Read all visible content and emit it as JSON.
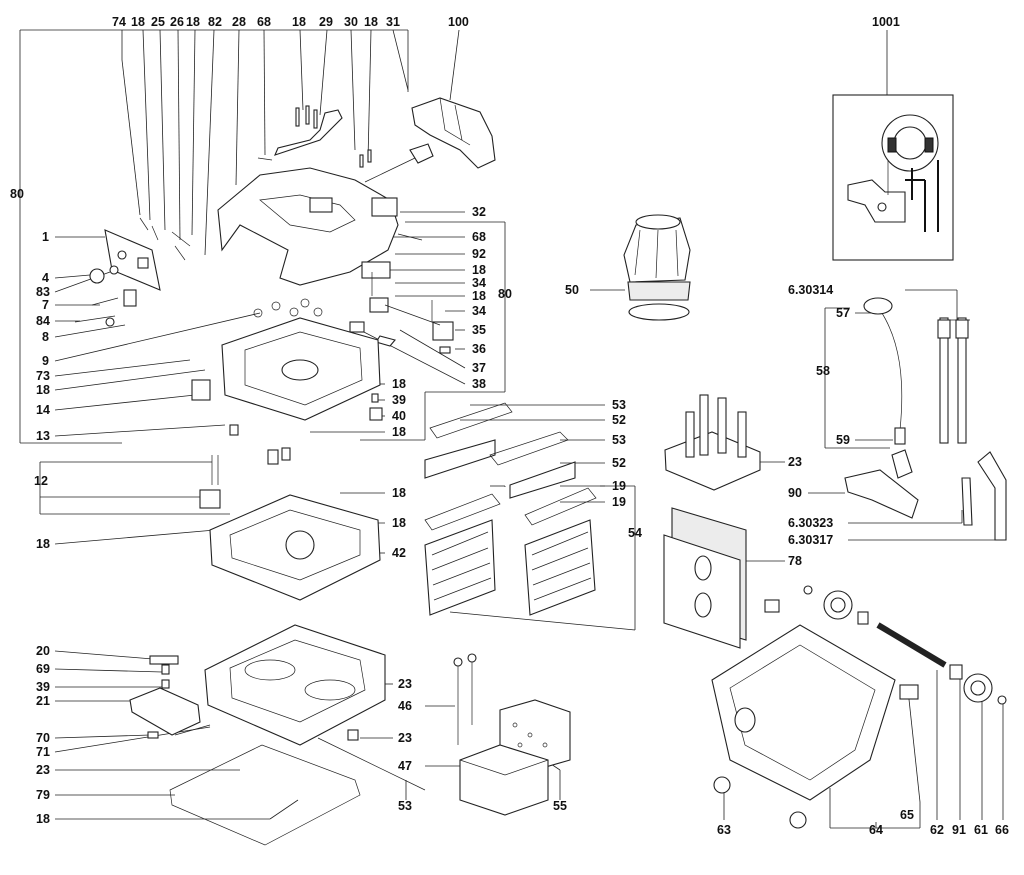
{
  "labels": {
    "l74": "74",
    "l18a": "18",
    "l25": "25",
    "l26": "26",
    "l18b": "18",
    "l82": "82",
    "l28": "28",
    "l68a": "68",
    "l18c": "18",
    "l29": "29",
    "l30": "30",
    "l18d": "18",
    "l31": "31",
    "l100": "100",
    "l1001": "1001",
    "l80a": "80",
    "l1": "1",
    "l4": "4",
    "l83": "83",
    "l7": "7",
    "l84": "84",
    "l8": "8",
    "l9": "9",
    "l73": "73",
    "l18e": "18",
    "l14": "14",
    "l13": "13",
    "l32": "32",
    "l68b": "68",
    "l92": "92",
    "l18f": "18",
    "l34a": "34",
    "l18g": "18",
    "l80b": "80",
    "l34b": "34",
    "l35": "35",
    "l36": "36",
    "l37": "37",
    "l38": "38",
    "l18h": "18",
    "l39a": "39",
    "l40": "40",
    "l18i": "18",
    "l50": "50",
    "l630314": "6.30314",
    "l57": "57",
    "l58": "58",
    "l59": "59",
    "l53a": "53",
    "l52a": "52",
    "l53b": "53",
    "l52b": "52",
    "l19a": "19",
    "l19b": "19",
    "l54": "54",
    "l23a": "23",
    "l90": "90",
    "l630323": "6.30323",
    "l630317": "6.30317",
    "l12": "12",
    "l18j": "18",
    "l18k": "18",
    "l18l": "18",
    "l42": "42",
    "l78": "78",
    "l20": "20",
    "l69": "69",
    "l39b": "39",
    "l21": "21",
    "l23b": "23",
    "l46": "46",
    "l70": "70",
    "l71": "71",
    "l23c": "23",
    "l23d": "23",
    "l47": "47",
    "l79": "79",
    "l53c": "53",
    "l55": "55",
    "l18m": "18",
    "l63": "63",
    "l64": "64",
    "l65": "65",
    "l62": "62",
    "l91": "91",
    "l61": "61",
    "l66": "66"
  }
}
